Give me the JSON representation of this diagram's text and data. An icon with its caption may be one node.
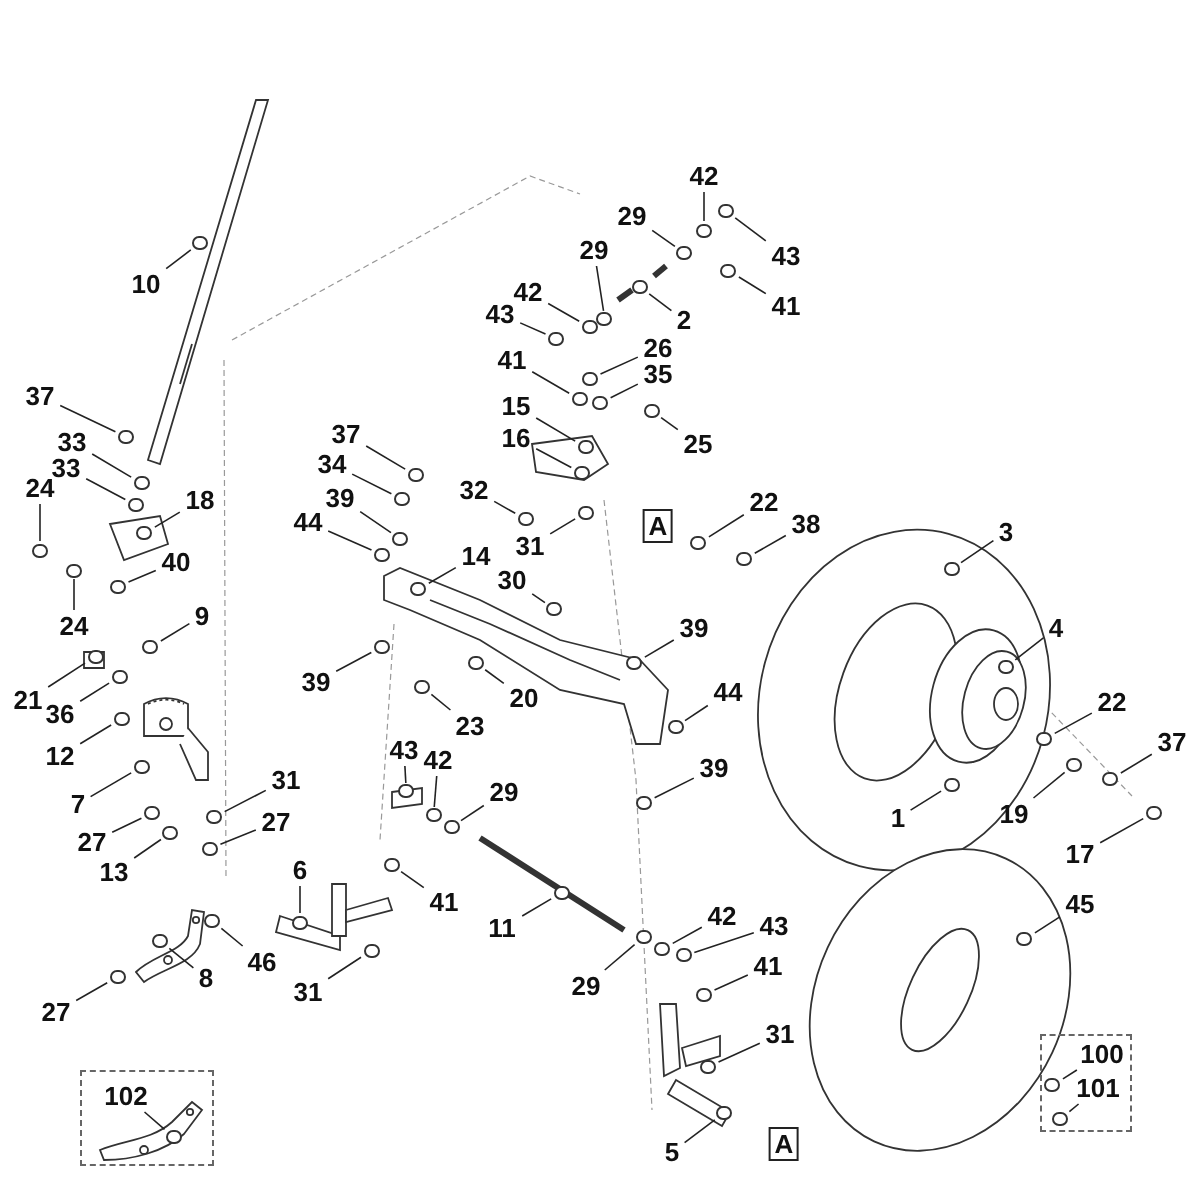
{
  "diagram": {
    "nodes": [
      {
        "text": [
          "10"
        ]
      },
      {
        "text": [
          "37"
        ]
      },
      {
        "text": [
          "33"
        ]
      },
      {
        "text": [
          "33"
        ]
      },
      {
        "text": [
          "24"
        ]
      },
      {
        "text": [
          "18"
        ]
      },
      {
        "text": [
          "40"
        ]
      },
      {
        "text": [
          "24"
        ]
      },
      {
        "text": [
          "9"
        ]
      },
      {
        "text": [
          "21"
        ]
      },
      {
        "text": [
          "36"
        ]
      },
      {
        "text": [
          "12"
        ]
      },
      {
        "text": [
          "7"
        ]
      },
      {
        "text": [
          "27"
        ]
      },
      {
        "text": [
          "13"
        ]
      },
      {
        "text": [
          "31"
        ]
      },
      {
        "text": [
          "27"
        ]
      },
      {
        "text": [
          "46"
        ]
      },
      {
        "text": [
          "8"
        ]
      },
      {
        "text": [
          "27"
        ]
      },
      {
        "text": [],
        "shape": "box"
      },
      {
        "text": [
          "102"
        ],
        "in": 20
      },
      {
        "text": [
          "37"
        ]
      },
      {
        "text": [
          "34"
        ]
      },
      {
        "text": [
          "39"
        ]
      },
      {
        "text": [
          "44"
        ]
      },
      {
        "text": [
          "32"
        ]
      },
      {
        "text": [
          "31"
        ]
      },
      {
        "text": [
          "14"
        ]
      },
      {
        "text": [
          "30"
        ]
      },
      {
        "text": [
          "42"
        ]
      },
      {
        "text": [
          "43"
        ]
      },
      {
        "text": [
          "41"
        ]
      },
      {
        "text": [
          "15"
        ]
      },
      {
        "text": [
          "16"
        ]
      },
      {
        "text": [
          "29"
        ]
      },
      {
        "text": [
          "29"
        ]
      },
      {
        "text": [
          "42"
        ]
      },
      {
        "text": [
          "43"
        ]
      },
      {
        "text": [
          "41"
        ]
      },
      {
        "text": [
          "2"
        ]
      },
      {
        "text": [
          "26"
        ]
      },
      {
        "text": [
          "35"
        ]
      },
      {
        "text": [
          "25"
        ]
      },
      {
        "text": [
          "A"
        ]
      },
      {
        "text": [
          "22"
        ]
      },
      {
        "text": [
          "38"
        ]
      },
      {
        "text": [
          "3"
        ]
      },
      {
        "text": [
          "39"
        ]
      },
      {
        "text": [
          "20"
        ]
      },
      {
        "text": [
          "23"
        ]
      },
      {
        "text": [
          "43"
        ]
      },
      {
        "text": [
          "42"
        ]
      },
      {
        "text": [
          "29"
        ]
      },
      {
        "text": [
          "41"
        ]
      },
      {
        "text": [
          "6"
        ]
      },
      {
        "text": [
          "11"
        ]
      },
      {
        "text": [
          "31"
        ]
      },
      {
        "text": [
          "29"
        ]
      },
      {
        "text": [
          "39"
        ]
      },
      {
        "text": [
          "44"
        ]
      },
      {
        "text": [
          "39"
        ]
      },
      {
        "text": [
          "4"
        ]
      },
      {
        "text": [
          "22"
        ]
      },
      {
        "text": [
          "37"
        ]
      },
      {
        "text": [
          "1"
        ]
      },
      {
        "text": [
          "19"
        ]
      },
      {
        "text": [
          "17"
        ]
      },
      {
        "text": [
          "45"
        ]
      },
      {
        "text": [
          "42"
        ]
      },
      {
        "text": [
          "43"
        ]
      },
      {
        "text": [
          "41"
        ]
      },
      {
        "text": [
          "31"
        ]
      },
      {
        "text": [
          "5"
        ]
      },
      {
        "text": [
          "A"
        ]
      },
      {
        "text": [],
        "shape": "box"
      },
      {
        "text": [
          "100"
        ],
        "in": 75
      },
      {
        "text": [
          "101"
        ],
        "in": 75
      },
      {
        "text": [],
        "shape": "circle"
      },
      {
        "text": [],
        "shape": "circle"
      },
      {
        "text": [],
        "shape": "circle"
      },
      {
        "text": [],
        "shape": "circle"
      },
      {
        "text": [],
        "shape": "circle"
      },
      {
        "text": [],
        "shape": "circle"
      },
      {
        "text": [],
        "shape": "circle"
      },
      {
        "text": [],
        "shape": "circle"
      },
      {
        "text": [],
        "shape": "circle"
      },
      {
        "text": [],
        "shape": "circle"
      },
      {
        "text": [],
        "shape": "circle"
      },
      {
        "text": [],
        "shape": "circle"
      },
      {
        "text": [],
        "shape": "circle"
      },
      {
        "text": [],
        "shape": "circle"
      },
      {
        "text": [],
        "shape": "circle"
      },
      {
        "text": [],
        "shape": "circle"
      },
      {
        "text": [],
        "shape": "circle"
      },
      {
        "text": [],
        "shape": "circle"
      },
      {
        "text": [],
        "shape": "circle"
      },
      {
        "text": [],
        "shape": "circle"
      },
      {
        "text": [],
        "shape": "circle",
        "in": 20
      },
      {
        "text": [],
        "shape": "circle"
      },
      {
        "text": [],
        "shape": "circle"
      },
      {
        "text": [],
        "shape": "circle"
      },
      {
        "text": [],
        "shape": "circle"
      },
      {
        "text": [],
        "shape": "circle"
      },
      {
        "text": [],
        "shape": "circle"
      },
      {
        "text": [],
        "shape": "circle"
      },
      {
        "text": [],
        "shape": "circle"
      },
      {
        "text": [],
        "shape": "circle"
      },
      {
        "text": [],
        "shape": "circle"
      },
      {
        "text": [],
        "shape": "circle"
      },
      {
        "text": [],
        "shape": "circle"
      },
      {
        "text": [],
        "shape": "circle"
      },
      {
        "text": [],
        "shape": "circle"
      },
      {
        "text": [],
        "shape": "circle"
      },
      {
        "text": [],
        "shape": "circle"
      },
      {
        "text": [],
        "shape": "circle"
      },
      {
        "text": [],
        "shape": "circle"
      },
      {
        "text": [],
        "shape": "circle"
      },
      {
        "text": [],
        "shape": "circle"
      },
      {
        "text": [],
        "shape": "circle"
      },
      {
        "text": [],
        "shape": "circle"
      },
      {
        "text": [],
        "shape": "circle"
      },
      {
        "text": [],
        "shape": "circle"
      },
      {
        "text": [],
        "shape": "circle"
      },
      {
        "text": [],
        "shape": "circle"
      },
      {
        "text": [],
        "shape": "circle"
      },
      {
        "text": [],
        "shape": "circle"
      },
      {
        "text": [],
        "shape": "circle"
      },
      {
        "text": [],
        "shape": "circle"
      },
      {
        "text": [],
        "shape": "circle"
      },
      {
        "text": [],
        "shape": "circle"
      },
      {
        "text": [],
        "shape": "circle"
      },
      {
        "text": [],
        "shape": "circle"
      },
      {
        "text": [],
        "shape": "circle"
      },
      {
        "text": [],
        "shape": "circle"
      },
      {
        "text": [],
        "shape": "circle"
      },
      {
        "text": [],
        "shape": "circle"
      },
      {
        "text": [],
        "shape": "circle"
      },
      {
        "text": [],
        "shape": "circle"
      },
      {
        "text": [],
        "shape": "circle"
      },
      {
        "text": [],
        "shape": "circle"
      },
      {
        "text": [],
        "shape": "circle"
      },
      {
        "text": [],
        "shape": "circle"
      },
      {
        "text": [],
        "shape": "circle"
      },
      {
        "text": [],
        "shape": "circle"
      },
      {
        "text": [],
        "shape": "circle"
      },
      {
        "text": [],
        "shape": "circle"
      },
      {
        "text": [],
        "shape": "circle"
      },
      {
        "text": [],
        "shape": "circle"
      },
      {
        "text": [],
        "shape": "circle"
      },
      {
        "text": [],
        "shape": "circle",
        "in": 75
      },
      {
        "text": [],
        "shape": "circle",
        "in": 75
      }
    ],
    "edges": [
      {
        "from": 0,
        "to": 78,
        "arrow": "none"
      },
      {
        "from": 1,
        "to": 79,
        "arrow": "none"
      },
      {
        "from": 2,
        "to": 80,
        "arrow": "none"
      },
      {
        "from": 3,
        "to": 81,
        "arrow": "none"
      },
      {
        "from": 4,
        "to": 82,
        "arrow": "none"
      },
      {
        "from": 5,
        "to": 83,
        "arrow": "none"
      },
      {
        "from": 6,
        "to": 84,
        "arrow": "none"
      },
      {
        "from": 7,
        "to": 85,
        "arrow": "none"
      },
      {
        "from": 8,
        "to": 86,
        "arrow": "none"
      },
      {
        "from": 9,
        "to": 87,
        "arrow": "none"
      },
      {
        "from": 10,
        "to": 88,
        "arrow": "none"
      },
      {
        "from": 11,
        "to": 89,
        "arrow": "none"
      },
      {
        "from": 12,
        "to": 90,
        "arrow": "none"
      },
      {
        "from": 13,
        "to": 91,
        "arrow": "none"
      },
      {
        "from": 14,
        "to": 92,
        "arrow": "none"
      },
      {
        "from": 15,
        "to": 93,
        "arrow": "none"
      },
      {
        "from": 16,
        "to": 94,
        "arrow": "none"
      },
      {
        "from": 17,
        "to": 95,
        "arrow": "none"
      },
      {
        "from": 18,
        "to": 96,
        "arrow": "none"
      },
      {
        "from": 19,
        "to": 97,
        "arrow": "none"
      },
      {
        "from": 21,
        "to": 98,
        "arrow": "none"
      },
      {
        "from": 22,
        "to": 99,
        "arrow": "none"
      },
      {
        "from": 23,
        "to": 100,
        "arrow": "none"
      },
      {
        "from": 24,
        "to": 101,
        "arrow": "none"
      },
      {
        "from": 25,
        "to": 102,
        "arrow": "none"
      },
      {
        "from": 26,
        "to": 103,
        "arrow": "none"
      },
      {
        "from": 27,
        "to": 104,
        "arrow": "none"
      },
      {
        "from": 28,
        "to": 105,
        "arrow": "none"
      },
      {
        "from": 29,
        "to": 106,
        "arrow": "none"
      },
      {
        "from": 30,
        "to": 107,
        "arrow": "none"
      },
      {
        "from": 31,
        "to": 108,
        "arrow": "none"
      },
      {
        "from": 32,
        "to": 109,
        "arrow": "none"
      },
      {
        "from": 33,
        "to": 110,
        "arrow": "none"
      },
      {
        "from": 34,
        "to": 111,
        "arrow": "none"
      },
      {
        "from": 35,
        "to": 112,
        "arrow": "none"
      },
      {
        "from": 36,
        "to": 113,
        "arrow": "none"
      },
      {
        "from": 37,
        "to": 114,
        "arrow": "none"
      },
      {
        "from": 38,
        "to": 115,
        "arrow": "none"
      },
      {
        "from": 39,
        "to": 116,
        "arrow": "none"
      },
      {
        "from": 40,
        "to": 117,
        "arrow": "none"
      },
      {
        "from": 41,
        "to": 118,
        "arrow": "none"
      },
      {
        "from": 42,
        "to": 119,
        "arrow": "none"
      },
      {
        "from": 43,
        "to": 120,
        "arrow": "none"
      },
      {
        "from": 45,
        "to": 121,
        "arrow": "none"
      },
      {
        "from": 46,
        "to": 122,
        "arrow": "none"
      },
      {
        "from": 47,
        "to": 123,
        "arrow": "none"
      },
      {
        "from": 48,
        "to": 124,
        "arrow": "none"
      },
      {
        "from": 49,
        "to": 125,
        "arrow": "none"
      },
      {
        "from": 50,
        "to": 126,
        "arrow": "none"
      },
      {
        "from": 51,
        "to": 127,
        "arrow": "none"
      },
      {
        "from": 52,
        "to": 128,
        "arrow": "none"
      },
      {
        "from": 53,
        "to": 129,
        "arrow": "none"
      },
      {
        "from": 54,
        "to": 130,
        "arrow": "none"
      },
      {
        "from": 55,
        "to": 131,
        "arrow": "none"
      },
      {
        "from": 56,
        "to": 132,
        "arrow": "none"
      },
      {
        "from": 57,
        "to": 133,
        "arrow": "none"
      },
      {
        "from": 58,
        "to": 134,
        "arrow": "none"
      },
      {
        "from": 59,
        "to": 135,
        "arrow": "none"
      },
      {
        "from": 60,
        "to": 136,
        "arrow": "none"
      },
      {
        "from": 61,
        "to": 137,
        "arrow": "none"
      },
      {
        "from": 62,
        "to": 138,
        "arrow": "none"
      },
      {
        "from": 63,
        "to": 139,
        "arrow": "none"
      },
      {
        "from": 64,
        "to": 140,
        "arrow": "none"
      },
      {
        "from": 65,
        "to": 141,
        "arrow": "none"
      },
      {
        "from": 66,
        "to": 142,
        "arrow": "none"
      },
      {
        "from": 67,
        "to": 143,
        "arrow": "none"
      },
      {
        "from": 68,
        "to": 144,
        "arrow": "none"
      },
      {
        "from": 69,
        "to": 145,
        "arrow": "none"
      },
      {
        "from": 70,
        "to": 146,
        "arrow": "none"
      },
      {
        "from": 71,
        "to": 147,
        "arrow": "none"
      },
      {
        "from": 72,
        "to": 148,
        "arrow": "none"
      },
      {
        "from": 73,
        "to": 149,
        "arrow": "none"
      },
      {
        "from": 76,
        "to": 150,
        "arrow": "none"
      },
      {
        "from": 77,
        "to": 151,
        "arrow": "none"
      }
    ]
  }
}
